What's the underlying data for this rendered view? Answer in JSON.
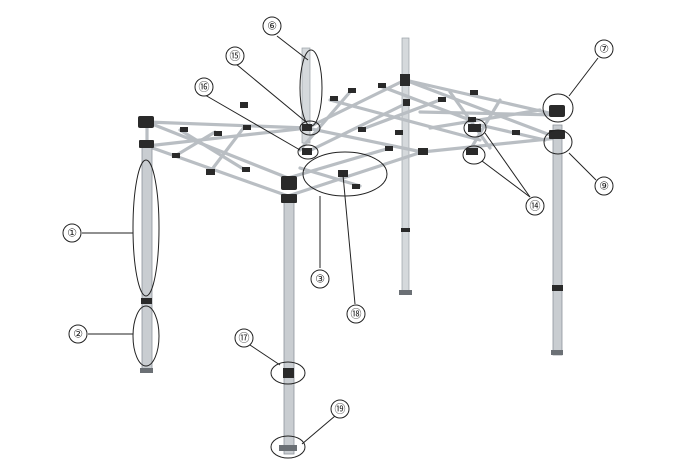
{
  "diagram": {
    "callouts": [
      {
        "label": "①"
      },
      {
        "label": "②"
      },
      {
        "label": "③"
      },
      {
        "label": "⑥"
      },
      {
        "label": "⑦"
      },
      {
        "label": "⑨"
      },
      {
        "label": "⑭"
      },
      {
        "label": "⑮"
      },
      {
        "label": "⑯"
      },
      {
        "label": "⑰"
      },
      {
        "label": "⑱"
      },
      {
        "label": "⑲"
      }
    ]
  }
}
